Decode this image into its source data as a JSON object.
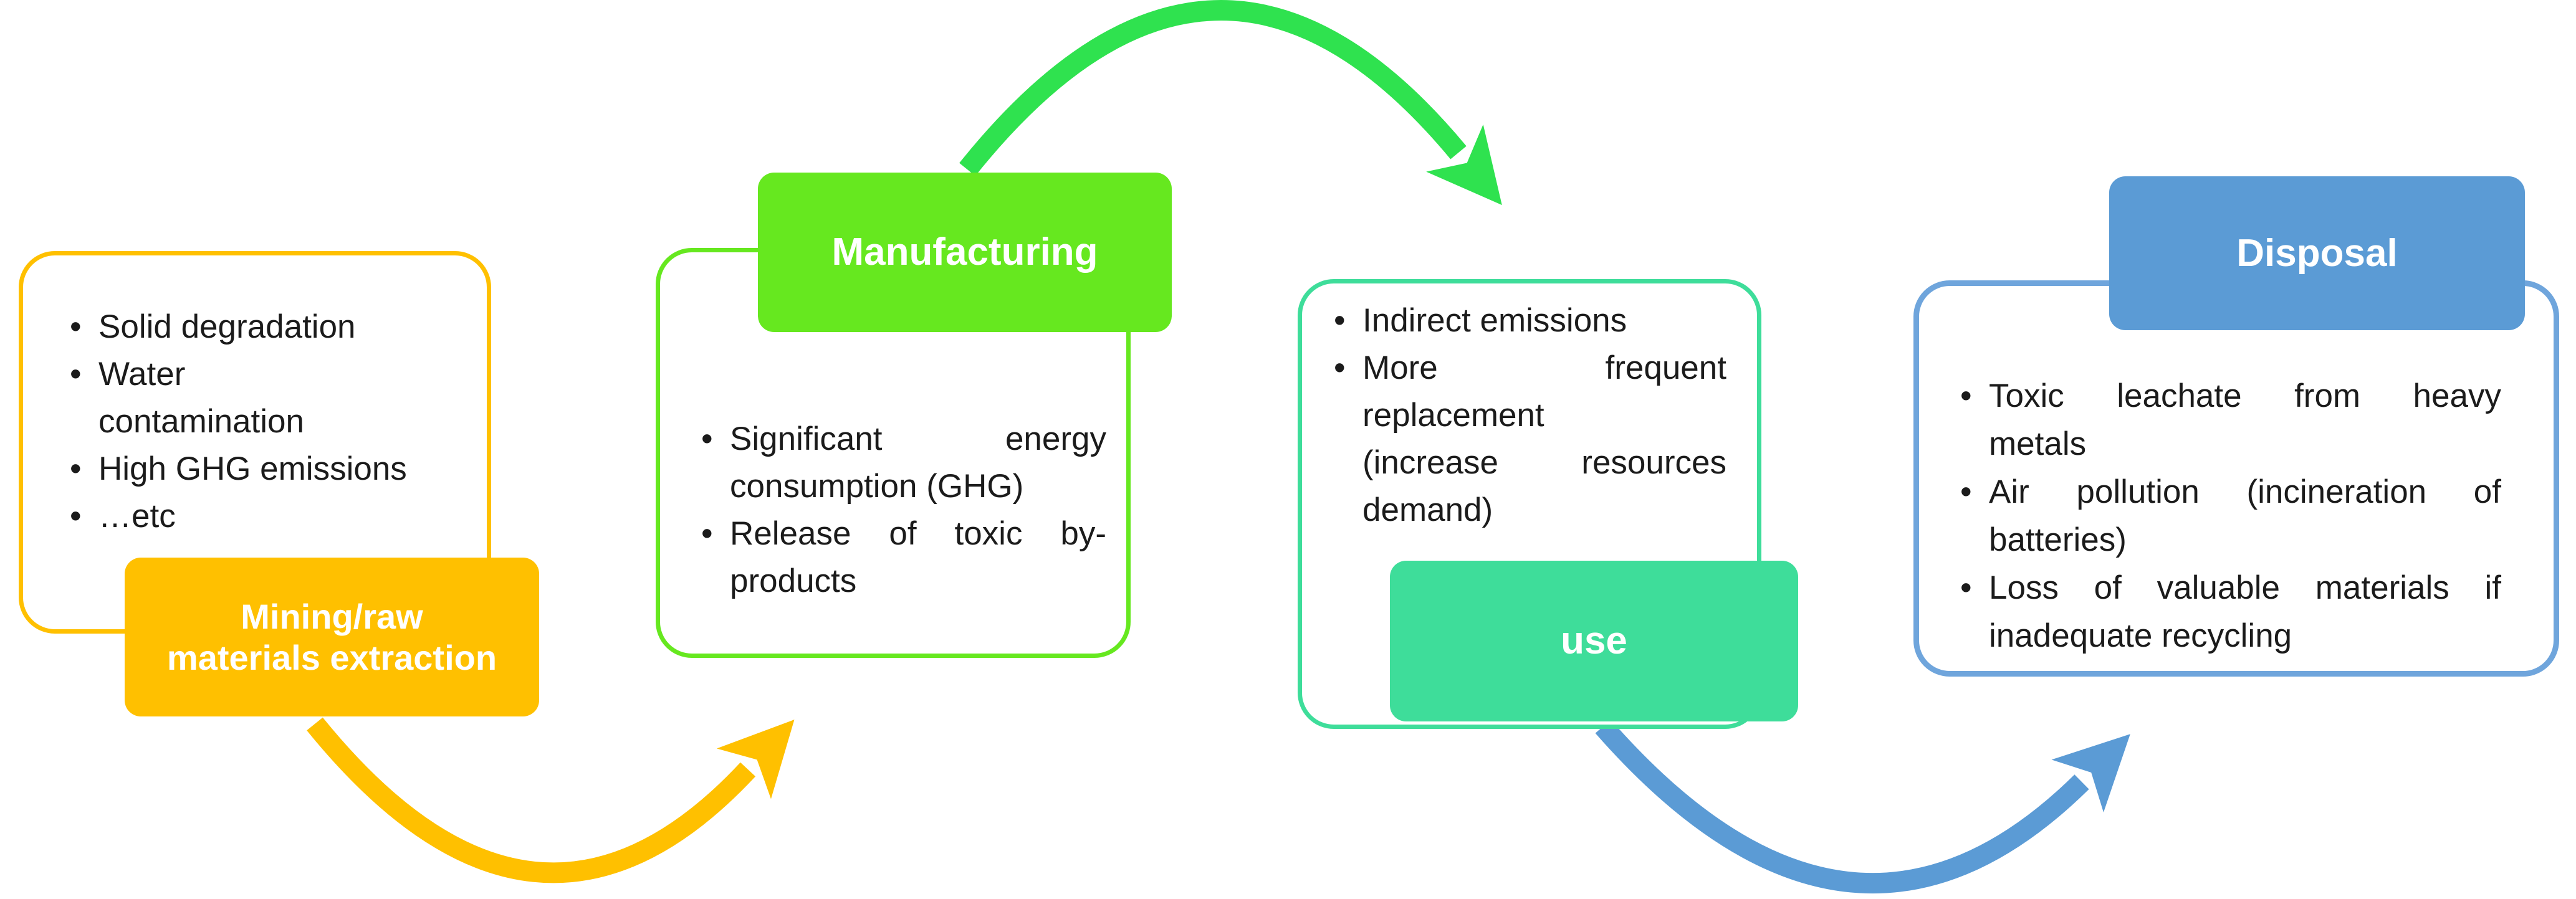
{
  "colors": {
    "gold": "#FFC000",
    "green": "#66E81F",
    "green_arrow": "#2FE24F",
    "teal": "#3EDD9A",
    "blue": "#5B9BD5",
    "blue_light": "#6FA5DC",
    "text": "#1B1B1B",
    "label_text": "#FFFFFF"
  },
  "groups": [
    {
      "id": "mining",
      "label_lines": [
        "Mining/raw",
        "materials extraction"
      ],
      "bullets": [
        {
          "lines": [
            {
              "t": "Solid degradation"
            }
          ]
        },
        {
          "lines": [
            {
              "t": "Water"
            },
            {
              "t": "contamination"
            }
          ]
        },
        {
          "lines": [
            {
              "t": "High GHG emissions"
            }
          ]
        },
        {
          "lines": [
            {
              "t": "…etc"
            }
          ]
        }
      ]
    },
    {
      "id": "manufacturing",
      "label_lines": [
        "Manufacturing"
      ],
      "bullets": [
        {
          "lines": [
            {
              "t": "Significant energy",
              "j": true
            },
            {
              "t": "consumption (GHG)"
            }
          ]
        },
        {
          "lines": [
            {
              "t": "Release of toxic by-",
              "j": true
            },
            {
              "t": "products"
            }
          ]
        }
      ]
    },
    {
      "id": "use",
      "label_lines": [
        "use"
      ],
      "bullets": [
        {
          "lines": [
            {
              "t": "Indirect emissions"
            }
          ]
        },
        {
          "lines": [
            {
              "t": "More frequent",
              "j": true
            },
            {
              "t": "replacement"
            },
            {
              "t": "(increase resources",
              "j": true
            },
            {
              "t": "demand)"
            }
          ]
        }
      ]
    },
    {
      "id": "disposal",
      "label_lines": [
        "Disposal"
      ],
      "bullets": [
        {
          "lines": [
            {
              "t": "Toxic leachate from heavy",
              "j": true
            },
            {
              "t": "metals"
            }
          ]
        },
        {
          "lines": [
            {
              "t": "Air pollution (incineration of",
              "j": true
            },
            {
              "t": "batteries)"
            }
          ]
        },
        {
          "lines": [
            {
              "t": "Loss of valuable materials if",
              "j": true
            },
            {
              "t": "inadequate recycling"
            }
          ]
        }
      ]
    }
  ],
  "arrows": [
    {
      "name": "mining-to-manufacturing",
      "color": "gold"
    },
    {
      "name": "manufacturing-to-use",
      "color": "green_arrow"
    },
    {
      "name": "use-to-disposal",
      "color": "blue"
    }
  ]
}
